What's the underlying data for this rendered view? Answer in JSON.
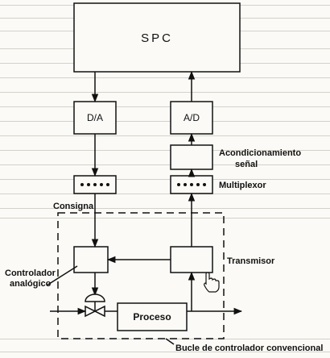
{
  "diagram": {
    "spc": "SPC",
    "da": "D/A",
    "ad": "A/D",
    "acond_line1": "Acondicionamiento",
    "acond_line2": "señal",
    "multiplexor": "Multiplexor",
    "consigna": "Consigna",
    "controlador_line1": "Controlador",
    "controlador_line2": "analógico",
    "transmisor": "Transmisor",
    "proceso": "Proceso",
    "bucle": "Bucle de controlador convencional",
    "colors": {
      "ink": "#111111",
      "paper": "#fbfaf6",
      "print_through": "#d3d1cb"
    }
  }
}
